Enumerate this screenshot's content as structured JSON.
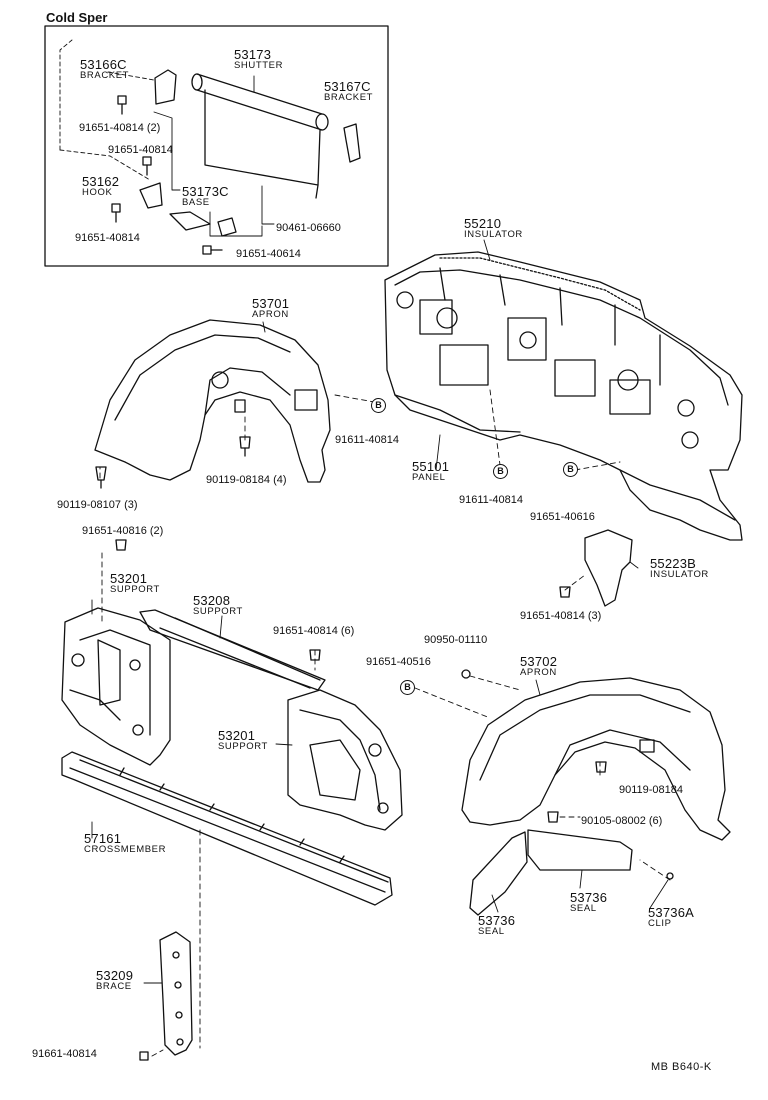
{
  "inset": {
    "title": "Cold Sper"
  },
  "callouts": [
    {
      "id": "c1",
      "part": "53166C",
      "name": "BRACKET"
    },
    {
      "id": "c2",
      "part": "53173",
      "name": "SHUTTER"
    },
    {
      "id": "c3",
      "part": "53167C",
      "name": "BRACKET"
    },
    {
      "id": "c4",
      "part": "53162",
      "name": "HOOK"
    },
    {
      "id": "c5",
      "part": "53173C",
      "name": "BASE"
    },
    {
      "id": "c6",
      "part": "55210",
      "name": "INSULATOR"
    },
    {
      "id": "c7",
      "part": "53701",
      "name": "APRON"
    },
    {
      "id": "c8",
      "part": "55101",
      "name": "PANEL"
    },
    {
      "id": "c9",
      "part": "55223B",
      "name": "INSULATOR"
    },
    {
      "id": "c10",
      "part": "53201",
      "name": "SUPPORT"
    },
    {
      "id": "c11",
      "part": "53208",
      "name": "SUPPORT"
    },
    {
      "id": "c12",
      "part": "53702",
      "name": "APRON"
    },
    {
      "id": "c13",
      "part": "53201",
      "name": "SUPPORT"
    },
    {
      "id": "c14",
      "part": "57161",
      "name": "CROSSMEMBER"
    },
    {
      "id": "c15",
      "part": "53736",
      "name": "SEAL"
    },
    {
      "id": "c16",
      "part": "53736",
      "name": "SEAL"
    },
    {
      "id": "c17",
      "part": "53736A",
      "name": "CLIP"
    },
    {
      "id": "c18",
      "part": "53209",
      "name": "BRACE"
    }
  ],
  "parts": [
    "91651-40814 (2)",
    "91651-40814",
    "91651-40814",
    "90461-06660",
    "91651-40614",
    "91611-40814",
    "90119-08184 (4)",
    "90119-08107 (3)",
    "91611-40814",
    "91651-40616",
    "91651-40814 (3)",
    "91651-40816 (2)",
    "91651-40814 (6)",
    "90950-01110",
    "91651-40516",
    "90119-08184",
    "90105-08002 (6)",
    "91661-40814"
  ],
  "markers": [
    "B",
    "B",
    "B",
    "B"
  ],
  "footer": {
    "code": "MB  B640-K"
  }
}
